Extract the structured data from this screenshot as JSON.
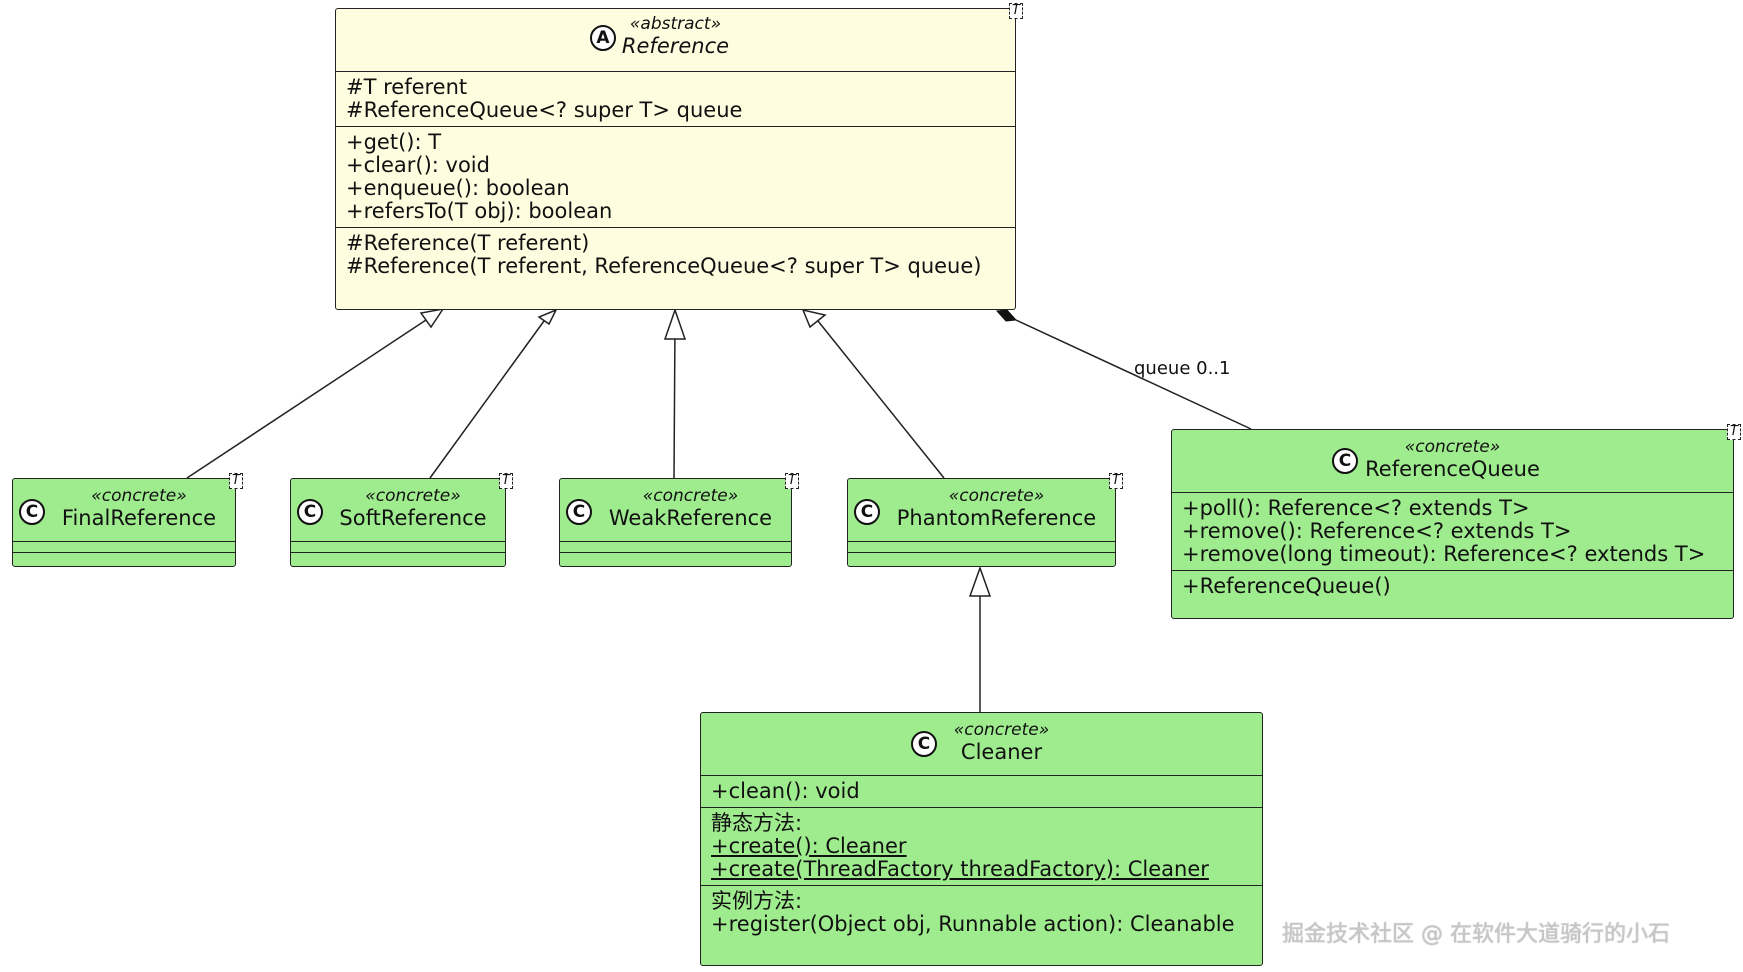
{
  "classes": {
    "reference": {
      "badge": "A",
      "stereotype": "«abstract»",
      "name": "Reference",
      "type_param": "T",
      "fields": [
        "#T referent",
        "#ReferenceQueue<? super T> queue"
      ],
      "methods": [
        "+get(): T",
        "+clear(): void",
        "+enqueue(): boolean",
        "+refersTo(T obj): boolean"
      ],
      "constructors": [
        "#Reference(T referent)",
        "#Reference(T referent, ReferenceQueue<? super T> queue)"
      ]
    },
    "final_reference": {
      "badge": "C",
      "stereotype": "«concrete»",
      "name": "FinalReference",
      "type_param": "T"
    },
    "soft_reference": {
      "badge": "C",
      "stereotype": "«concrete»",
      "name": "SoftReference",
      "type_param": "T"
    },
    "weak_reference": {
      "badge": "C",
      "stereotype": "«concrete»",
      "name": "WeakReference",
      "type_param": "T"
    },
    "phantom_reference": {
      "badge": "C",
      "stereotype": "«concrete»",
      "name": "PhantomReference",
      "type_param": "T"
    },
    "reference_queue": {
      "badge": "C",
      "stereotype": "«concrete»",
      "name": "ReferenceQueue",
      "type_param": "T",
      "methods": [
        "+poll(): Reference<? extends T>",
        "+remove(): Reference<? extends T>",
        "+remove(long timeout): Reference<? extends T>"
      ],
      "constructors": [
        "+ReferenceQueue()"
      ]
    },
    "cleaner": {
      "badge": "C",
      "stereotype": "«concrete»",
      "name": "Cleaner",
      "methods": [
        "+clean(): void"
      ],
      "static_label": "静态方法:",
      "static_methods": [
        "+create(): Cleaner",
        "+create(ThreadFactory threadFactory): Cleaner"
      ],
      "instance_label": "实例方法:",
      "instance_methods": [
        "+register(Object obj, Runnable action): Cleanable"
      ]
    }
  },
  "relations": {
    "composition_label": "queue 0..1"
  },
  "watermark": "掘金技术社区 @ 在软件大道骑行的小石",
  "colors": {
    "abstract_fill": "#fefde0",
    "concrete_fill": "#9fec8e",
    "line": "#222222"
  }
}
